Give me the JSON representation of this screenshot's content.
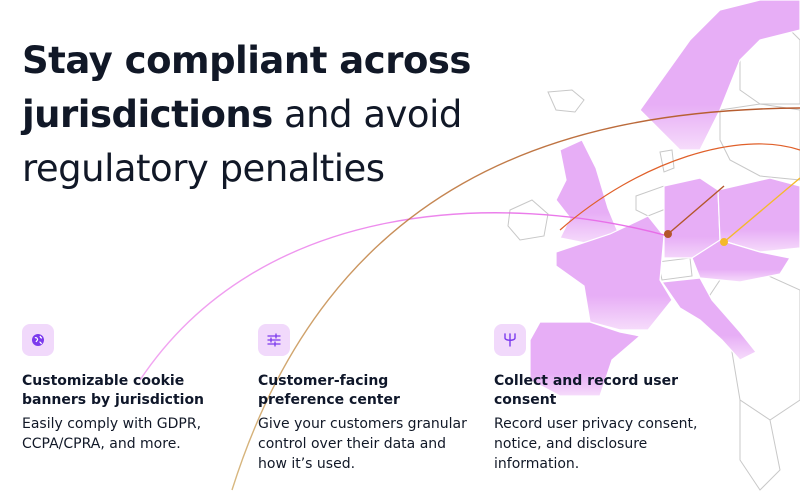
{
  "headline": {
    "line1_bold": "Stay compliant across",
    "line2_bold": "jurisdictions",
    "line2_rest": " and avoid",
    "line3": "regulatory penalties"
  },
  "features": [
    {
      "icon": "globe-icon",
      "title": "Customizable cookie banners by jurisdiction",
      "description": "Easily comply with GDPR, CCPA/CPRA, and more."
    },
    {
      "icon": "sliders-icon",
      "title": "Customer-facing preference center",
      "description": "Give your customers granular control over their data and how it’s used."
    },
    {
      "icon": "trident-icon",
      "title": "Collect and record user consent",
      "description": "Record user privacy consent, notice, and disclosure information."
    }
  ],
  "colors": {
    "accent": "#7c3aed",
    "icon_bg": "#f1d9fb",
    "map_fill": "#e7aef6",
    "line_pink": "#e86ce8",
    "line_rust": "#b4562a",
    "line_gold": "#f4b92b"
  }
}
